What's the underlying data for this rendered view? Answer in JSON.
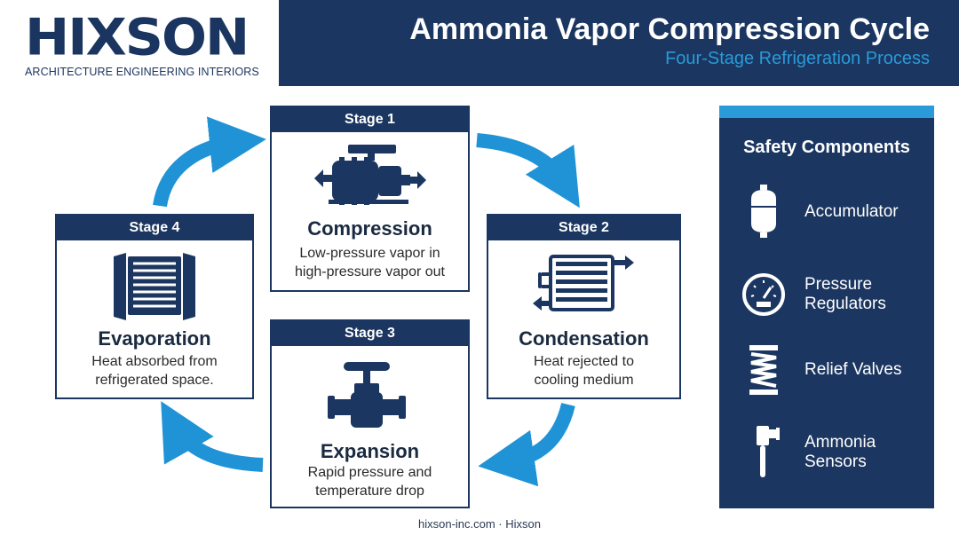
{
  "brand": {
    "name": "HIXSON",
    "tagline": "ARCHITECTURE ENGINEERING INTERIORS"
  },
  "header": {
    "title": "Ammonia Vapor Compression Cycle",
    "subtitle": "Four-Stage Refrigeration Process"
  },
  "stages": [
    {
      "stage": "Stage 1",
      "title": "Compression",
      "desc_line1": "Low-pressure vapor in",
      "desc_line2": "high-pressure vapor out",
      "icon": "compressor-icon"
    },
    {
      "stage": "Stage 2",
      "title": "Condensation",
      "desc_line1": "Heat rejected to",
      "desc_line2": "cooling medium",
      "icon": "condenser-coil-icon"
    },
    {
      "stage": "Stage 3",
      "title": "Expansion",
      "desc_line1": "Rapid pressure and",
      "desc_line2": "temperature drop",
      "icon": "expansion-valve-icon"
    },
    {
      "stage": "Stage 4",
      "title": "Evaporation",
      "desc_line1": "Heat absorbed from",
      "desc_line2": "refrigerated space.",
      "icon": "evaporator-icon"
    }
  ],
  "safety": {
    "title": "Safety Components",
    "items": [
      {
        "label": "Accumulator",
        "icon": "accumulator-tank-icon"
      },
      {
        "label": "Pressure\nRegulators",
        "icon": "pressure-gauge-icon"
      },
      {
        "label": "Relief Valves",
        "icon": "spring-valve-icon"
      },
      {
        "label": "Ammonia\nSensors",
        "icon": "sensor-probe-icon"
      }
    ]
  },
  "footer": "hixson-inc.com · Hixson",
  "colors": {
    "navy": "#1b3660",
    "accent_blue": "#2a9ad8",
    "arrow_blue": "#1f93d6"
  }
}
